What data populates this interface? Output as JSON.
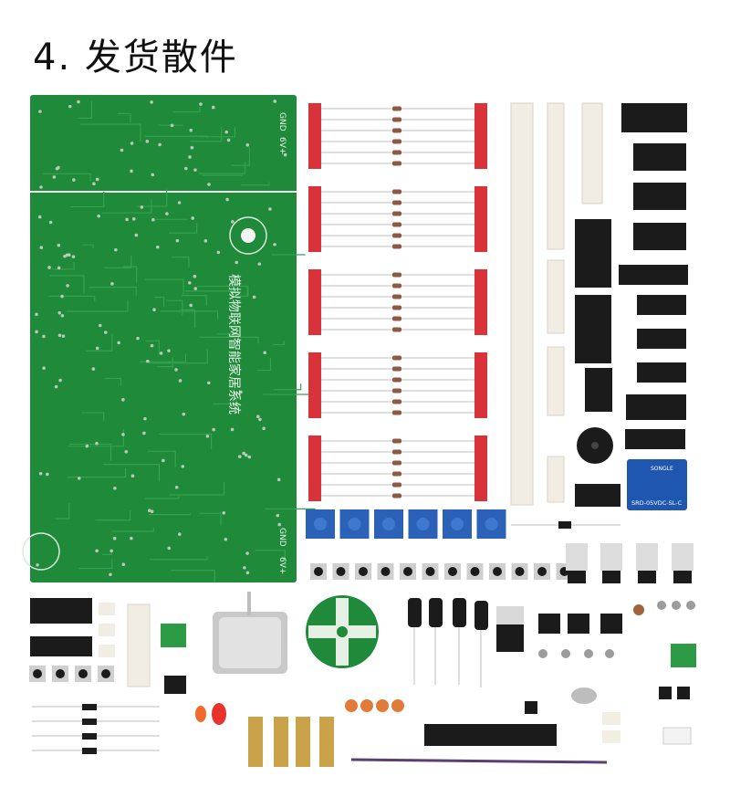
{
  "heading": {
    "number": "4.",
    "text": "发货散件"
  },
  "pcb": {
    "board_title": "模拟物联网智能家居系统",
    "labels": {
      "gnd_top": "GND",
      "v6_top": "6V+",
      "gnd_bottom": "GND",
      "v6_bottom": "6V+"
    }
  },
  "relay": {
    "brand": "SONGLE",
    "model": "SRD-05VDC-SL-C"
  },
  "colors": {
    "pcb_green": "#1e8a3a",
    "trace_green": "#35a24f",
    "resistor_tape": "#d8333a",
    "header_white": "#f1ede4",
    "ic_black": "#1b1b1b",
    "trimmer_blue": "#2b62b8",
    "relay_blue": "#1f56b0"
  }
}
